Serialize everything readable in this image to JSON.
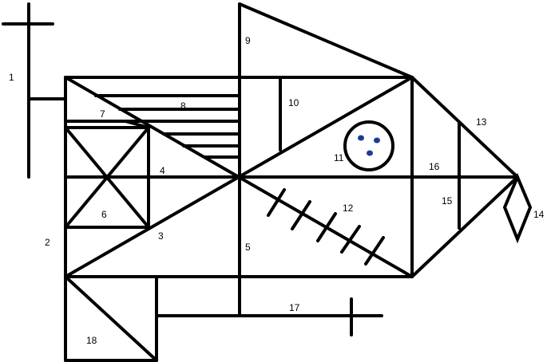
{
  "figure": {
    "labels": [
      "1",
      "2",
      "3",
      "4",
      "5",
      "6",
      "7",
      "8",
      "9",
      "10",
      "11",
      "12",
      "13",
      "14",
      "15",
      "16",
      "17",
      "18"
    ],
    "eye_color": "#1a3e8c"
  }
}
